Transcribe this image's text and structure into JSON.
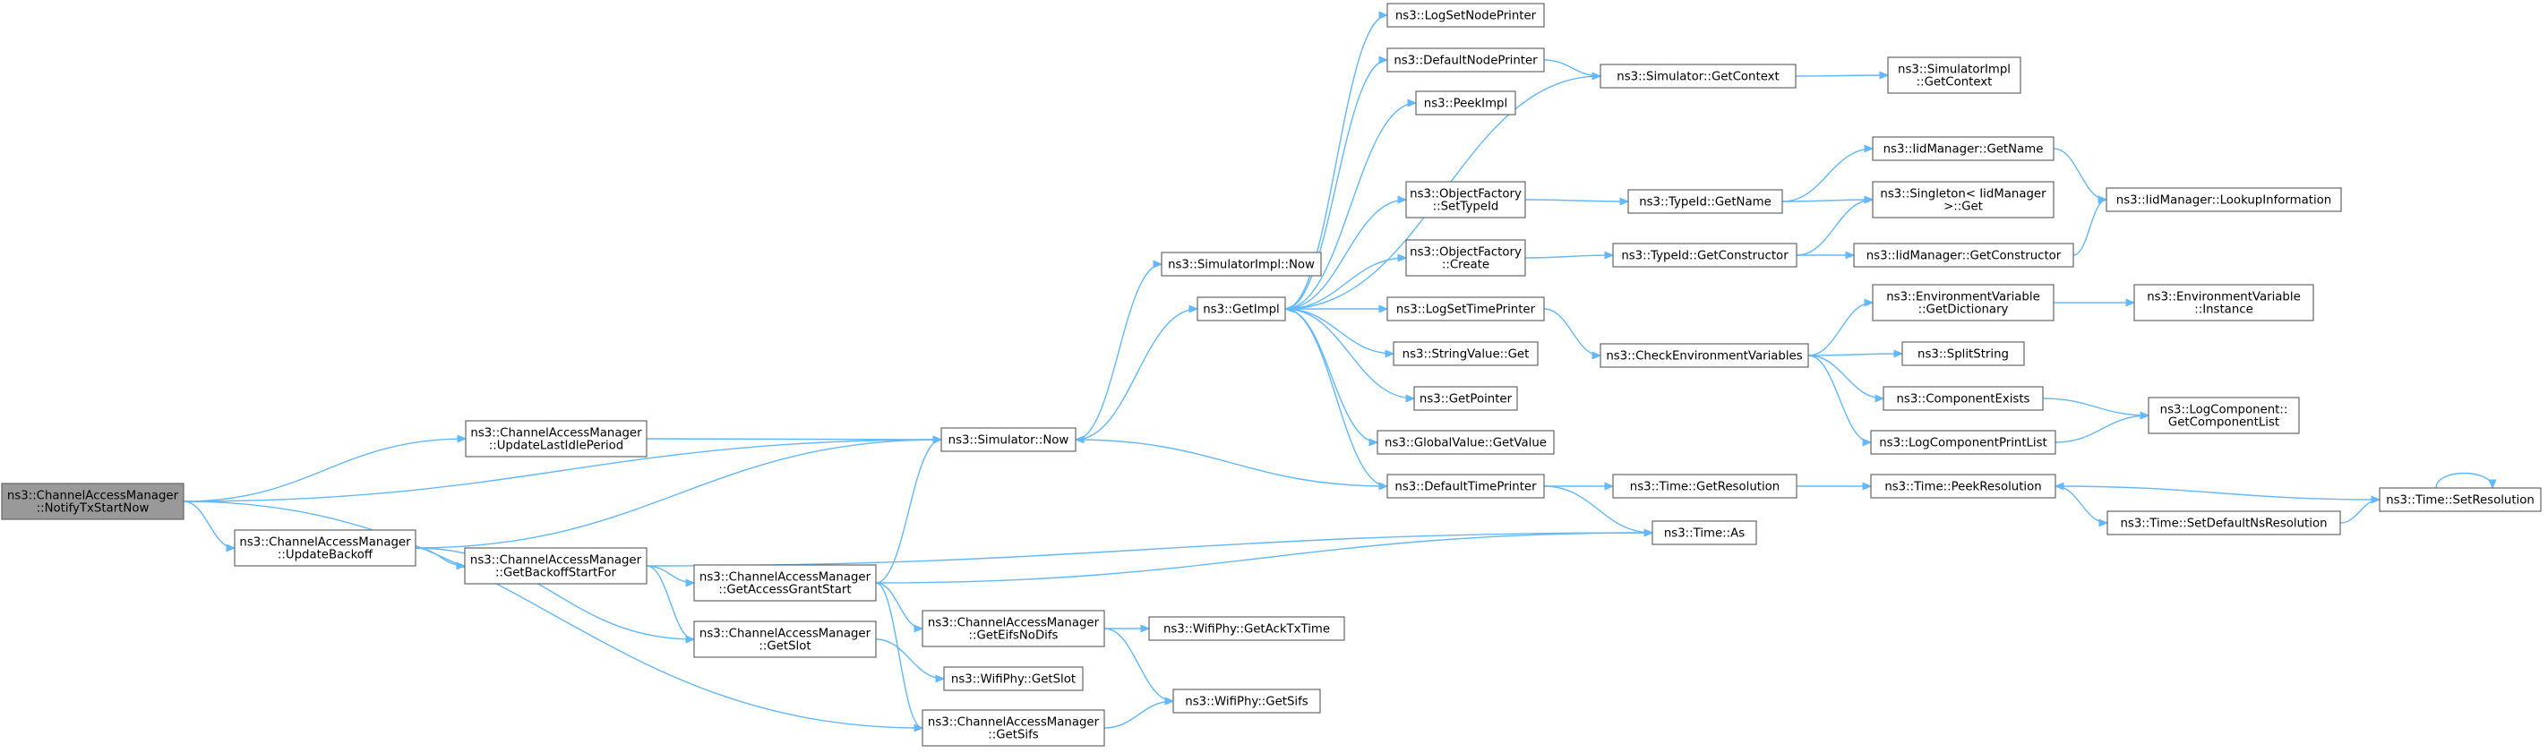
{
  "graph": {
    "colors": {
      "edge": "#63b8ff",
      "node_border": "#666666",
      "node_fill": "#ffffff",
      "root_fill": "#999999"
    },
    "nodes": [
      {
        "id": "root",
        "lines": [
          "ns3::ChannelAccessManager",
          "::NotifyTxStartNow"
        ],
        "root": true
      },
      {
        "id": "updLastIdle",
        "lines": [
          "ns3::ChannelAccessManager",
          "::UpdateLastIdlePeriod"
        ]
      },
      {
        "id": "updBackoff",
        "lines": [
          "ns3::ChannelAccessManager",
          "::UpdateBackoff"
        ]
      },
      {
        "id": "getBackoffStart",
        "lines": [
          "ns3::ChannelAccessManager",
          "::GetBackoffStartFor"
        ]
      },
      {
        "id": "getSlot",
        "lines": [
          "ns3::ChannelAccessManager",
          "::GetSlot"
        ]
      },
      {
        "id": "getAccessGrant",
        "lines": [
          "ns3::ChannelAccessManager",
          "::GetAccessGrantStart"
        ]
      },
      {
        "id": "getEifs",
        "lines": [
          "ns3::ChannelAccessManager",
          "::GetEifsNoDifs"
        ]
      },
      {
        "id": "getSifs",
        "lines": [
          "ns3::ChannelAccessManager",
          "::GetSifs"
        ]
      },
      {
        "id": "wifiGetSlot",
        "lines": [
          "ns3::WifiPhy::GetSlot"
        ]
      },
      {
        "id": "wifiAck",
        "lines": [
          "ns3::WifiPhy::GetAckTxTime"
        ]
      },
      {
        "id": "wifiSifs",
        "lines": [
          "ns3::WifiPhy::GetSifs"
        ]
      },
      {
        "id": "simNow",
        "lines": [
          "ns3::Simulator::Now"
        ]
      },
      {
        "id": "simImplNow",
        "lines": [
          "ns3::SimulatorImpl::Now"
        ]
      },
      {
        "id": "getImpl",
        "lines": [
          "ns3::GetImpl"
        ]
      },
      {
        "id": "logSetNode",
        "lines": [
          "ns3::LogSetNodePrinter"
        ]
      },
      {
        "id": "defNodePrinter",
        "lines": [
          "ns3::DefaultNodePrinter"
        ]
      },
      {
        "id": "peekImpl",
        "lines": [
          "ns3::PeekImpl"
        ]
      },
      {
        "id": "ofSetTypeId",
        "lines": [
          "ns3::ObjectFactory",
          "::SetTypeId"
        ]
      },
      {
        "id": "ofCreate",
        "lines": [
          "ns3::ObjectFactory",
          "::Create"
        ]
      },
      {
        "id": "logSetTime",
        "lines": [
          "ns3::LogSetTimePrinter"
        ]
      },
      {
        "id": "strValGet",
        "lines": [
          "ns3::StringValue::Get"
        ]
      },
      {
        "id": "getPointer",
        "lines": [
          "ns3::GetPointer"
        ]
      },
      {
        "id": "globalValGet",
        "lines": [
          "ns3::GlobalValue::GetValue"
        ]
      },
      {
        "id": "defTimePrinter",
        "lines": [
          "ns3::DefaultTimePrinter"
        ]
      },
      {
        "id": "simGetContext",
        "lines": [
          "ns3::Simulator::GetContext"
        ]
      },
      {
        "id": "simImplGetContext",
        "lines": [
          "ns3::SimulatorImpl",
          "::GetContext"
        ]
      },
      {
        "id": "typeIdGetName",
        "lines": [
          "ns3::TypeId::GetName"
        ]
      },
      {
        "id": "typeIdGetCtor",
        "lines": [
          "ns3::TypeId::GetConstructor"
        ]
      },
      {
        "id": "checkEnv",
        "lines": [
          "ns3::CheckEnvironmentVariables"
        ]
      },
      {
        "id": "timeGetRes",
        "lines": [
          "ns3::Time::GetResolution"
        ]
      },
      {
        "id": "timeAs",
        "lines": [
          "ns3::Time::As"
        ]
      },
      {
        "id": "iidGetName",
        "lines": [
          "ns3::IidManager::GetName"
        ]
      },
      {
        "id": "singleton",
        "lines": [
          "ns3::Singleton< IidManager",
          ">::Get"
        ]
      },
      {
        "id": "iidGetCtor",
        "lines": [
          "ns3::IidManager::GetConstructor"
        ]
      },
      {
        "id": "envGetDict",
        "lines": [
          "ns3::EnvironmentVariable",
          "::GetDictionary"
        ]
      },
      {
        "id": "splitString",
        "lines": [
          "ns3::SplitString"
        ]
      },
      {
        "id": "compExists",
        "lines": [
          "ns3::ComponentExists"
        ]
      },
      {
        "id": "logCompPrintList",
        "lines": [
          "ns3::LogComponentPrintList"
        ]
      },
      {
        "id": "timePeekRes",
        "lines": [
          "ns3::Time::PeekResolution"
        ]
      },
      {
        "id": "timeSetDefaultNs",
        "lines": [
          "ns3::Time::SetDefaultNsResolution"
        ]
      },
      {
        "id": "iidLookup",
        "lines": [
          "ns3::IidManager::LookupInformation"
        ]
      },
      {
        "id": "envInstance",
        "lines": [
          "ns3::EnvironmentVariable",
          "::Instance"
        ]
      },
      {
        "id": "logCompGetList",
        "lines": [
          "ns3::LogComponent::",
          "GetComponentList"
        ]
      },
      {
        "id": "timeSetRes",
        "lines": [
          "ns3::Time::SetResolution"
        ]
      }
    ],
    "edges": [
      [
        "root",
        "simNow"
      ],
      [
        "root",
        "updLastIdle"
      ],
      [
        "root",
        "updBackoff"
      ],
      [
        "root",
        "getSifs"
      ],
      [
        "updLastIdle",
        "simNow"
      ],
      [
        "updBackoff",
        "simNow"
      ],
      [
        "updBackoff",
        "getBackoffStart"
      ],
      [
        "updBackoff",
        "getSlot"
      ],
      [
        "getBackoffStart",
        "getAccessGrant"
      ],
      [
        "getBackoffStart",
        "getSlot"
      ],
      [
        "getBackoffStart",
        "timeAs"
      ],
      [
        "getAccessGrant",
        "simNow"
      ],
      [
        "getAccessGrant",
        "getEifs"
      ],
      [
        "getAccessGrant",
        "getSifs"
      ],
      [
        "getAccessGrant",
        "timeAs"
      ],
      [
        "getSlot",
        "wifiGetSlot"
      ],
      [
        "getEifs",
        "wifiAck"
      ],
      [
        "getEifs",
        "wifiSifs"
      ],
      [
        "getSifs",
        "wifiSifs"
      ],
      [
        "simNow",
        "simImplNow"
      ],
      [
        "simNow",
        "getImpl"
      ],
      [
        "getImpl",
        "logSetNode"
      ],
      [
        "getImpl",
        "defNodePrinter"
      ],
      [
        "getImpl",
        "peekImpl"
      ],
      [
        "getImpl",
        "ofSetTypeId"
      ],
      [
        "getImpl",
        "ofCreate"
      ],
      [
        "getImpl",
        "logSetTime"
      ],
      [
        "getImpl",
        "strValGet"
      ],
      [
        "getImpl",
        "getPointer"
      ],
      [
        "getImpl",
        "globalValGet"
      ],
      [
        "getImpl",
        "defTimePrinter"
      ],
      [
        "defNodePrinter",
        "simGetContext"
      ],
      [
        "simGetContext",
        "getImpl"
      ],
      [
        "simGetContext",
        "simImplGetContext"
      ],
      [
        "defTimePrinter",
        "simNow"
      ],
      [
        "defTimePrinter",
        "timeGetRes"
      ],
      [
        "defTimePrinter",
        "timeAs"
      ],
      [
        "ofSetTypeId",
        "typeIdGetName"
      ],
      [
        "ofCreate",
        "typeIdGetCtor"
      ],
      [
        "typeIdGetName",
        "iidGetName"
      ],
      [
        "typeIdGetName",
        "singleton"
      ],
      [
        "typeIdGetCtor",
        "singleton"
      ],
      [
        "typeIdGetCtor",
        "iidGetCtor"
      ],
      [
        "iidGetName",
        "iidLookup"
      ],
      [
        "iidGetCtor",
        "iidLookup"
      ],
      [
        "logSetTime",
        "checkEnv"
      ],
      [
        "checkEnv",
        "envGetDict"
      ],
      [
        "checkEnv",
        "splitString"
      ],
      [
        "checkEnv",
        "compExists"
      ],
      [
        "checkEnv",
        "logCompPrintList"
      ],
      [
        "envGetDict",
        "envInstance"
      ],
      [
        "compExists",
        "logCompGetList"
      ],
      [
        "logCompPrintList",
        "logCompGetList"
      ],
      [
        "timeGetRes",
        "timePeekRes"
      ],
      [
        "timePeekRes",
        "timeSetDefaultNs"
      ],
      [
        "timeSetDefaultNs",
        "timeSetRes"
      ],
      [
        "timeSetRes",
        "timePeekRes"
      ],
      [
        "timeSetRes",
        "timeSetRes"
      ]
    ]
  }
}
